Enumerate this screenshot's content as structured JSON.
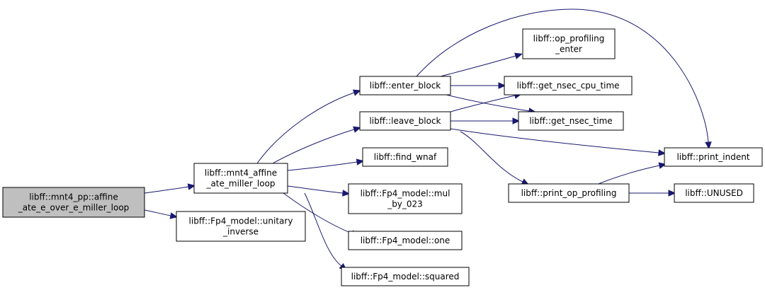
{
  "graph": {
    "nodes": [
      {
        "id": "root",
        "lines": [
          "libff::mnt4_pp::affine",
          "_ate_e_over_e_miller_loop"
        ],
        "highlight": true
      },
      {
        "id": "miller_loop",
        "lines": [
          "libff::mnt4_affine",
          "_ate_miller_loop"
        ]
      },
      {
        "id": "unitary_inverse",
        "lines": [
          "libff::Fp4_model::unitary",
          "_inverse"
        ]
      },
      {
        "id": "enter_block",
        "lines": [
          "libff::enter_block"
        ]
      },
      {
        "id": "leave_block",
        "lines": [
          "libff::leave_block"
        ]
      },
      {
        "id": "find_wnaf",
        "lines": [
          "libff::find_wnaf"
        ]
      },
      {
        "id": "mul_by_023",
        "lines": [
          "libff::Fp4_model::mul",
          "_by_023"
        ]
      },
      {
        "id": "one",
        "lines": [
          "libff::Fp4_model::one"
        ]
      },
      {
        "id": "squared",
        "lines": [
          "libff::Fp4_model::squared"
        ]
      },
      {
        "id": "op_profiling_enter",
        "lines": [
          "libff::op_profiling",
          "_enter"
        ]
      },
      {
        "id": "get_nsec_cpu_time",
        "lines": [
          "libff::get_nsec_cpu_time"
        ]
      },
      {
        "id": "get_nsec_time",
        "lines": [
          "libff::get_nsec_time"
        ]
      },
      {
        "id": "print_indent",
        "lines": [
          "libff::print_indent"
        ]
      },
      {
        "id": "print_op_profiling",
        "lines": [
          "libff::print_op_profiling"
        ]
      },
      {
        "id": "unused",
        "lines": [
          "libff::UNUSED"
        ]
      }
    ],
    "edges": [
      {
        "from": "root",
        "to": "miller_loop"
      },
      {
        "from": "root",
        "to": "unitary_inverse"
      },
      {
        "from": "miller_loop",
        "to": "enter_block"
      },
      {
        "from": "miller_loop",
        "to": "leave_block"
      },
      {
        "from": "miller_loop",
        "to": "find_wnaf"
      },
      {
        "from": "miller_loop",
        "to": "mul_by_023"
      },
      {
        "from": "miller_loop",
        "to": "one"
      },
      {
        "from": "miller_loop",
        "to": "squared"
      },
      {
        "from": "enter_block",
        "to": "op_profiling_enter"
      },
      {
        "from": "enter_block",
        "to": "get_nsec_cpu_time"
      },
      {
        "from": "enter_block",
        "to": "get_nsec_time"
      },
      {
        "from": "enter_block",
        "to": "print_indent"
      },
      {
        "from": "leave_block",
        "to": "get_nsec_cpu_time"
      },
      {
        "from": "leave_block",
        "to": "get_nsec_time"
      },
      {
        "from": "leave_block",
        "to": "print_indent"
      },
      {
        "from": "leave_block",
        "to": "print_op_profiling"
      },
      {
        "from": "print_op_profiling",
        "to": "print_indent"
      },
      {
        "from": "print_op_profiling",
        "to": "unused"
      }
    ],
    "colors": {
      "edge": "#191970",
      "root_fill": "#bfbfbf",
      "node_fill": "#ffffff",
      "node_border": "#000000"
    }
  }
}
